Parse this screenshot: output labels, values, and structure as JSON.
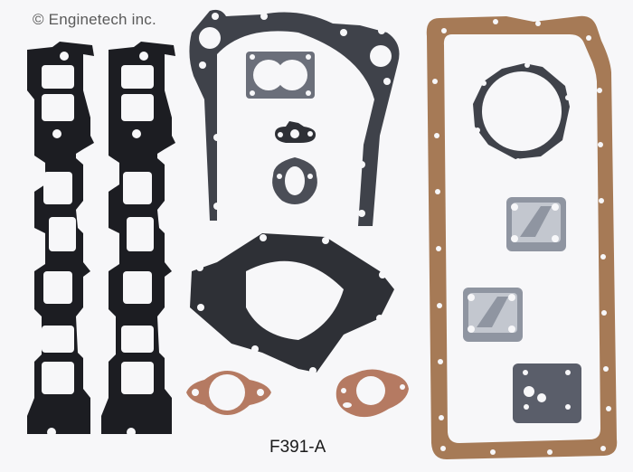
{
  "image": {
    "copyright": "© Enginetech inc.",
    "part_number": "F391-A",
    "background": "#f7f7f9",
    "colors": {
      "black_gasket": "#1c1d22",
      "gray_gasket": "#4b4e57",
      "cork": "#a67a56",
      "fiber": "#b57a62",
      "steel": "#9aa0ab"
    },
    "components": [
      {
        "name": "Intake manifold gasket (left)"
      },
      {
        "name": "Intake manifold gasket (right)"
      },
      {
        "name": "Timing cover gasket"
      },
      {
        "name": "Carburetor base gasket"
      },
      {
        "name": "Small flange gasket"
      },
      {
        "name": "Fuel pump gasket"
      },
      {
        "name": "Water pump gasket"
      },
      {
        "name": "Thermostat housing gasket (2-bolt)"
      },
      {
        "name": "Thermostat housing gasket (3-hole)"
      },
      {
        "name": "Oil pan gasket (cork)"
      },
      {
        "name": "Oil pump cover gasket"
      },
      {
        "name": "Steel plate gasket (upper)"
      },
      {
        "name": "Steel plate gasket (lower)"
      },
      {
        "name": "Square gasket"
      }
    ]
  }
}
